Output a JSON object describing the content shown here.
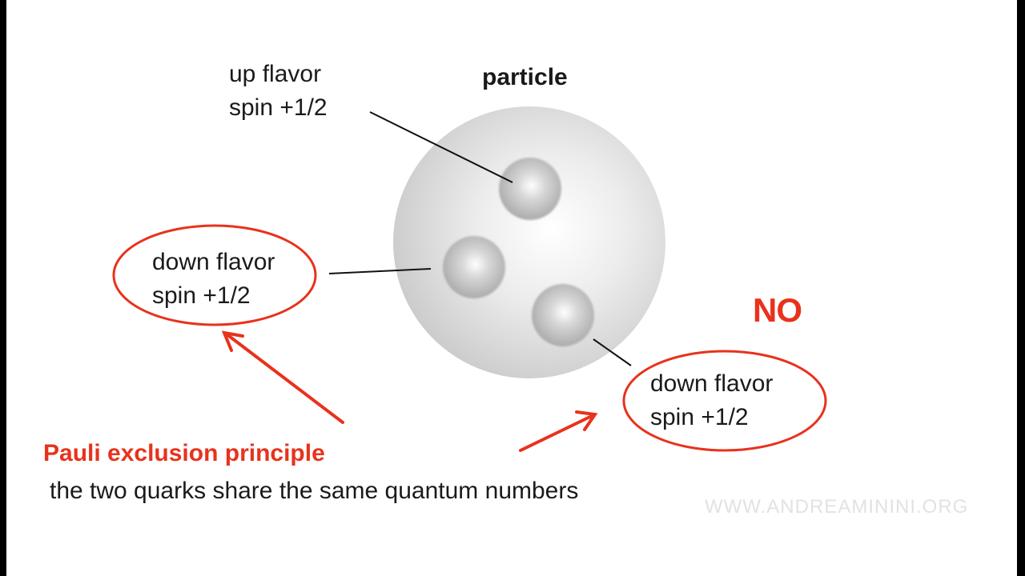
{
  "particle": {
    "title": "particle"
  },
  "quarks": [
    {
      "flavor": "up flavor",
      "spin": "spin +1/2",
      "highlighted": false
    },
    {
      "flavor": "down flavor",
      "spin": "spin +1/2",
      "highlighted": true
    },
    {
      "flavor": "down flavor",
      "spin": "spin +1/2",
      "highlighted": true
    }
  ],
  "verdict": "NO",
  "explanation": {
    "title": "Pauli exclusion principle",
    "text": "the two quarks share the same quantum numbers"
  },
  "watermark": "WWW.ANDREAMININI.ORG",
  "colors": {
    "accent": "#e8321c",
    "text": "#1a1a1a",
    "sphere": "#d9d9d9",
    "quark": "#b8b8b8"
  }
}
